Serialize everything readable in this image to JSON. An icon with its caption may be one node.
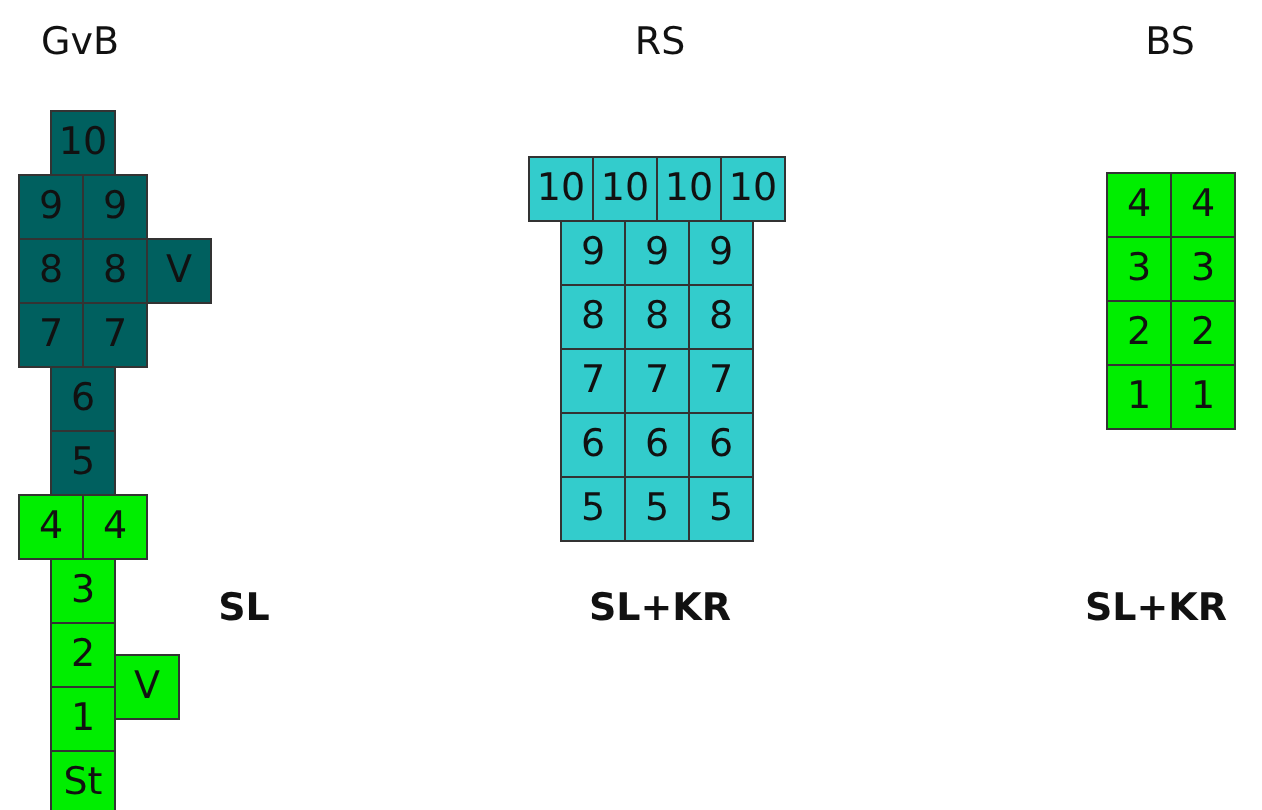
{
  "diagram": {
    "nodes": [
      {
        "text": [
          "10"
        ]
      },
      {
        "text": [
          "9"
        ]
      },
      {
        "text": [
          "9"
        ]
      },
      {
        "text": [
          "8"
        ]
      },
      {
        "text": [
          "8"
        ]
      },
      {
        "text": [
          "V"
        ]
      },
      {
        "text": [
          "7"
        ]
      },
      {
        "text": [
          "7"
        ]
      },
      {
        "text": [
          "6"
        ]
      },
      {
        "text": [
          "5"
        ]
      },
      {
        "text": [
          "4"
        ]
      },
      {
        "text": [
          "4"
        ]
      },
      {
        "text": [
          "3"
        ]
      },
      {
        "text": [
          "2"
        ]
      },
      {
        "text": [
          "V"
        ]
      },
      {
        "text": [
          "1"
        ]
      },
      {
        "text": [
          "St"
        ]
      },
      {
        "text": [
          "10"
        ]
      },
      {
        "text": [
          "10"
        ]
      },
      {
        "text": [
          "10"
        ]
      },
      {
        "text": [
          "10"
        ]
      },
      {
        "text": [
          "9"
        ]
      },
      {
        "text": [
          "9"
        ]
      },
      {
        "text": [
          "9"
        ]
      },
      {
        "text": [
          "8"
        ]
      },
      {
        "text": [
          "8"
        ]
      },
      {
        "text": [
          "8"
        ]
      },
      {
        "text": [
          "7"
        ]
      },
      {
        "text": [
          "7"
        ]
      },
      {
        "text": [
          "7"
        ]
      },
      {
        "text": [
          "6"
        ]
      },
      {
        "text": [
          "6"
        ]
      },
      {
        "text": [
          "6"
        ]
      },
      {
        "text": [
          "5"
        ]
      },
      {
        "text": [
          "5"
        ]
      },
      {
        "text": [
          "5"
        ]
      },
      {
        "text": [
          "4"
        ]
      },
      {
        "text": [
          "4"
        ]
      },
      {
        "text": [
          "3"
        ]
      },
      {
        "text": [
          "3"
        ]
      },
      {
        "text": [
          "2"
        ]
      },
      {
        "text": [
          "2"
        ]
      },
      {
        "text": [
          "1"
        ]
      },
      {
        "text": [
          "1"
        ]
      }
    ],
    "labels": [
      "GvB",
      "RS",
      "BS",
      "SL",
      "SL+KR",
      "SL+KR"
    ]
  }
}
